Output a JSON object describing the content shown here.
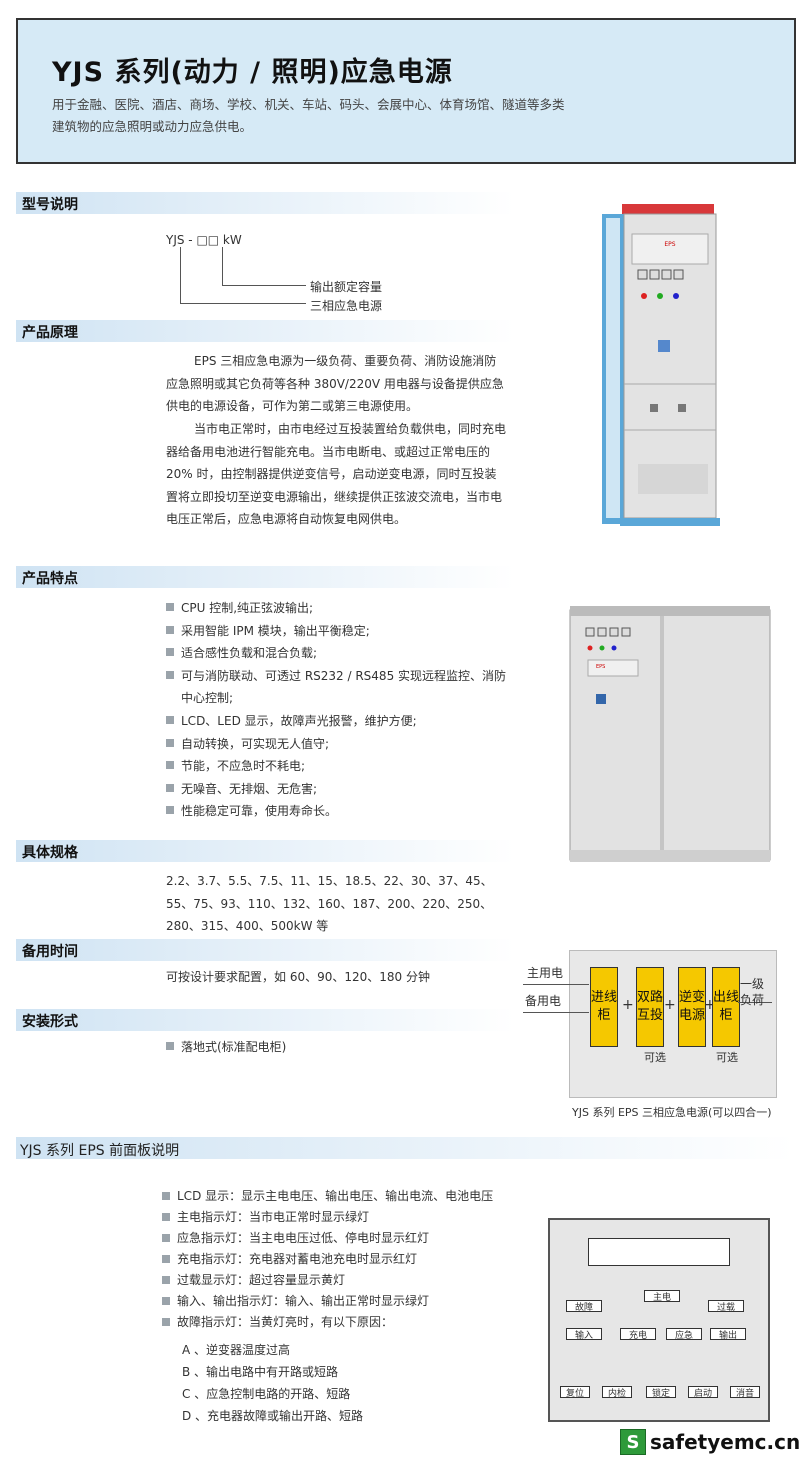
{
  "header": {
    "title": "YJS 系列(动力 / 照明)应急电源",
    "desc": "用于金融、医院、酒店、商场、学校、机关、车站、码头、会展中心、体育场馆、隧道等多类建筑物的应急照明或动力应急供电。"
  },
  "sections": {
    "model": "型号说明",
    "principle": "产品原理",
    "features": "产品特点",
    "specs": "具体规格",
    "backup": "备用时间",
    "install": "安装形式",
    "panel": "YJS 系列 EPS 前面板说明"
  },
  "model": {
    "code": "YJS - □□ kW",
    "label1": "输出额定容量",
    "label2": "三相应急电源"
  },
  "principle": {
    "p1": "EPS 三相应急电源为一级负荷、重要负荷、消防设施消防应急照明或其它负荷等各种 380V/220V 用电器与设备提供应急供电的电源设备，可作为第二或第三电源使用。",
    "p2": "当市电正常时，由市电经过互投装置给负载供电，同时充电器给备用电池进行智能充电。当市电断电、或超过正常电压的 20% 时，由控制器提供逆变信号，启动逆变电源，同时互投装置将立即投切至逆变电源输出，继续提供正弦波交流电，当市电电压正常后，应急电源将自动恢复电网供电。"
  },
  "features": [
    "CPU 控制,纯正弦波输出;",
    "采用智能 IPM 模块，输出平衡稳定;",
    "适合感性负载和混合负载;",
    "可与消防联动、可透过 RS232 / RS485 实现远程监控、消防中心控制;",
    "LCD、LED 显示，故障声光报警，维护方便;",
    "自动转换，可实现无人值守;",
    "节能，不应急时不耗电;",
    "无噪音、无排烟、无危害;",
    "性能稳定可靠，使用寿命长。"
  ],
  "specs": "2.2、3.7、5.5、7.5、11、15、18.5、22、30、37、45、55、75、93、110、132、160、187、200、220、250、280、315、400、500kW 等",
  "backup": "可按设计要求配置，如 60、90、120、180 分钟",
  "install": "落地式(标准配电柜)",
  "diagram": {
    "in1": "主用电",
    "in2": "备用电",
    "boxes": [
      "进线柜",
      "双路互投",
      "逆变电源",
      "出线柜"
    ],
    "opt1": "可选",
    "opt2": "可选",
    "out": "一级负荷",
    "caption": "YJS 系列 EPS 三相应急电源(可以四合一)"
  },
  "panel": {
    "items": [
      "LCD 显示：显示主电电压、输出电压、输出电流、电池电压",
      "主电指示灯：当市电正常时显示绿灯",
      "应急指示灯：当主电电压过低、停电时显示红灯",
      "充电指示灯：充电器对蓄电池充电时显示红灯",
      "过载显示灯：超过容量显示黄灯",
      "输入、输出指示灯：输入、输出正常时显示绿灯",
      "故障指示灯：当黄灯亮时，有以下原因："
    ],
    "causes": [
      "A 、逆变器温度过高",
      "B 、输出电路中有开路或短路",
      "C 、应急控制电路的开路、短路",
      "D 、充电器故障或输出开路、短路"
    ],
    "row1": [
      "故障",
      "主电",
      "过载"
    ],
    "row2": [
      "输入",
      "充电",
      "应急",
      "输出"
    ],
    "row3": [
      "复位",
      "内检",
      "锁定",
      "启动",
      "消音"
    ]
  },
  "brand": {
    "s": "S",
    "text": "safetyemc.cn"
  },
  "colors": {
    "header_bg": "#d6eaf6",
    "box_yellow": "#f5c800",
    "brand_green": "#2e9a3a"
  }
}
